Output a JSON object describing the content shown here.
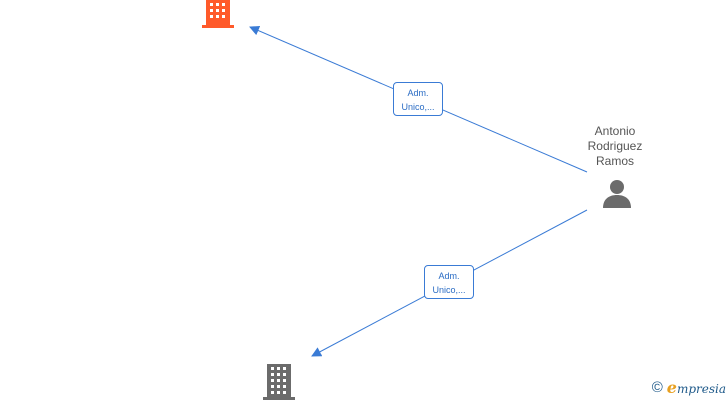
{
  "person": {
    "name_lines": [
      "Antonio",
      "Rodriguez",
      "Ramos"
    ],
    "icon": "person-icon"
  },
  "companies": [
    {
      "icon": "building-icon",
      "color": "#ff5a2a"
    },
    {
      "icon": "building-icon",
      "color": "#6b6b6b"
    }
  ],
  "edges": [
    {
      "label_lines": [
        "Adm.",
        "Unico,..."
      ],
      "color": "#3a7bd5"
    },
    {
      "label_lines": [
        "Adm.",
        "Unico,..."
      ],
      "color": "#3a7bd5"
    }
  ],
  "brand": {
    "copyright": "©",
    "initial": "e",
    "rest": "mpresia",
    "initial_color": "#e8a020",
    "color": "#1f5a8a"
  }
}
